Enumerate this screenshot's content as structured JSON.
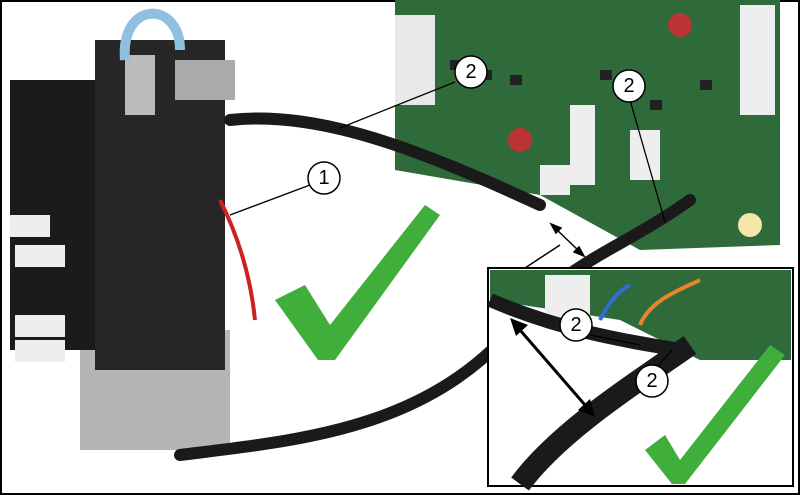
{
  "figure": {
    "callouts": [
      {
        "label": "1"
      },
      {
        "label": "2"
      },
      {
        "label": "2"
      },
      {
        "label": "2"
      },
      {
        "label": "2"
      }
    ],
    "colors": {
      "check": "#3fae3a",
      "pcb": "#2f6b3a",
      "sleeve": "#1a1a1a",
      "frame": "#000000"
    },
    "icons": [
      "checkmark-icon",
      "checkmark-icon",
      "double-arrow-icon",
      "double-arrow-icon"
    ]
  }
}
